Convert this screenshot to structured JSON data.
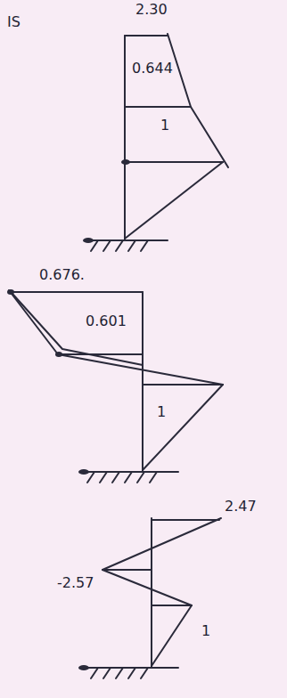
{
  "diagram": {
    "labels": [
      "IS",
      "2.30",
      "0.644",
      "1",
      "0.676.",
      "0.601",
      "1",
      "2.47",
      "-2.57",
      "1"
    ]
  }
}
